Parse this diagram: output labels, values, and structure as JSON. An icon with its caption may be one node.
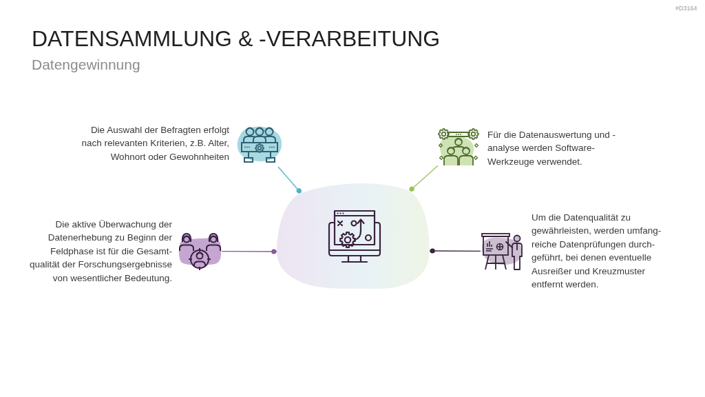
{
  "diagram": {
    "title": "DATENSAMMLUNG & -VERARBEITUNG",
    "nodes": [
      {
        "text": [],
        "shape": "picture",
        "beside": [
          "Die Auswahl der Befragten erfolgt nach relevanten Kriterien, z.B. Alter, Wohnort oder Gewohnheiten"
        ]
      },
      {
        "text": [],
        "shape": "picture",
        "beside": [
          "Für die Datenauswertung und - analyse werden Software- Werkzeuge verwendet."
        ]
      },
      {
        "text": [],
        "shape": "picture",
        "beside": [
          "Die aktive Überwachung der Datenerhebung zu Beginn der Feldphase ist für die Gesamt- qualität der Forschungsergebnisse von wesentlicher Bedeutung."
        ]
      },
      {
        "text": [],
        "shape": "blob"
      },
      {
        "text": [],
        "shape": "picture",
        "beside": [
          "Um die Datenqualität zu gewährleisten, werden umfang- reiche Datenprüfungen durch- geführt, bei denen eventuelle Ausreißer und Kreuzmuster entfernt werden."
        ]
      }
    ],
    "edges": [
      {
        "from": 3,
        "to": 0,
        "arrow": "other",
        "color": "#4bb4cc"
      },
      {
        "from": 3,
        "to": 1,
        "arrow": "other",
        "color": "#9cc25c"
      },
      {
        "from": 3,
        "to": 2,
        "arrow": "other",
        "color": "#8a5a9e"
      },
      {
        "from": 3,
        "to": 4,
        "arrow": "other",
        "color": "#3b2340"
      }
    ],
    "labels": [
      "#D3164",
      "Datengewinnung"
    ]
  }
}
